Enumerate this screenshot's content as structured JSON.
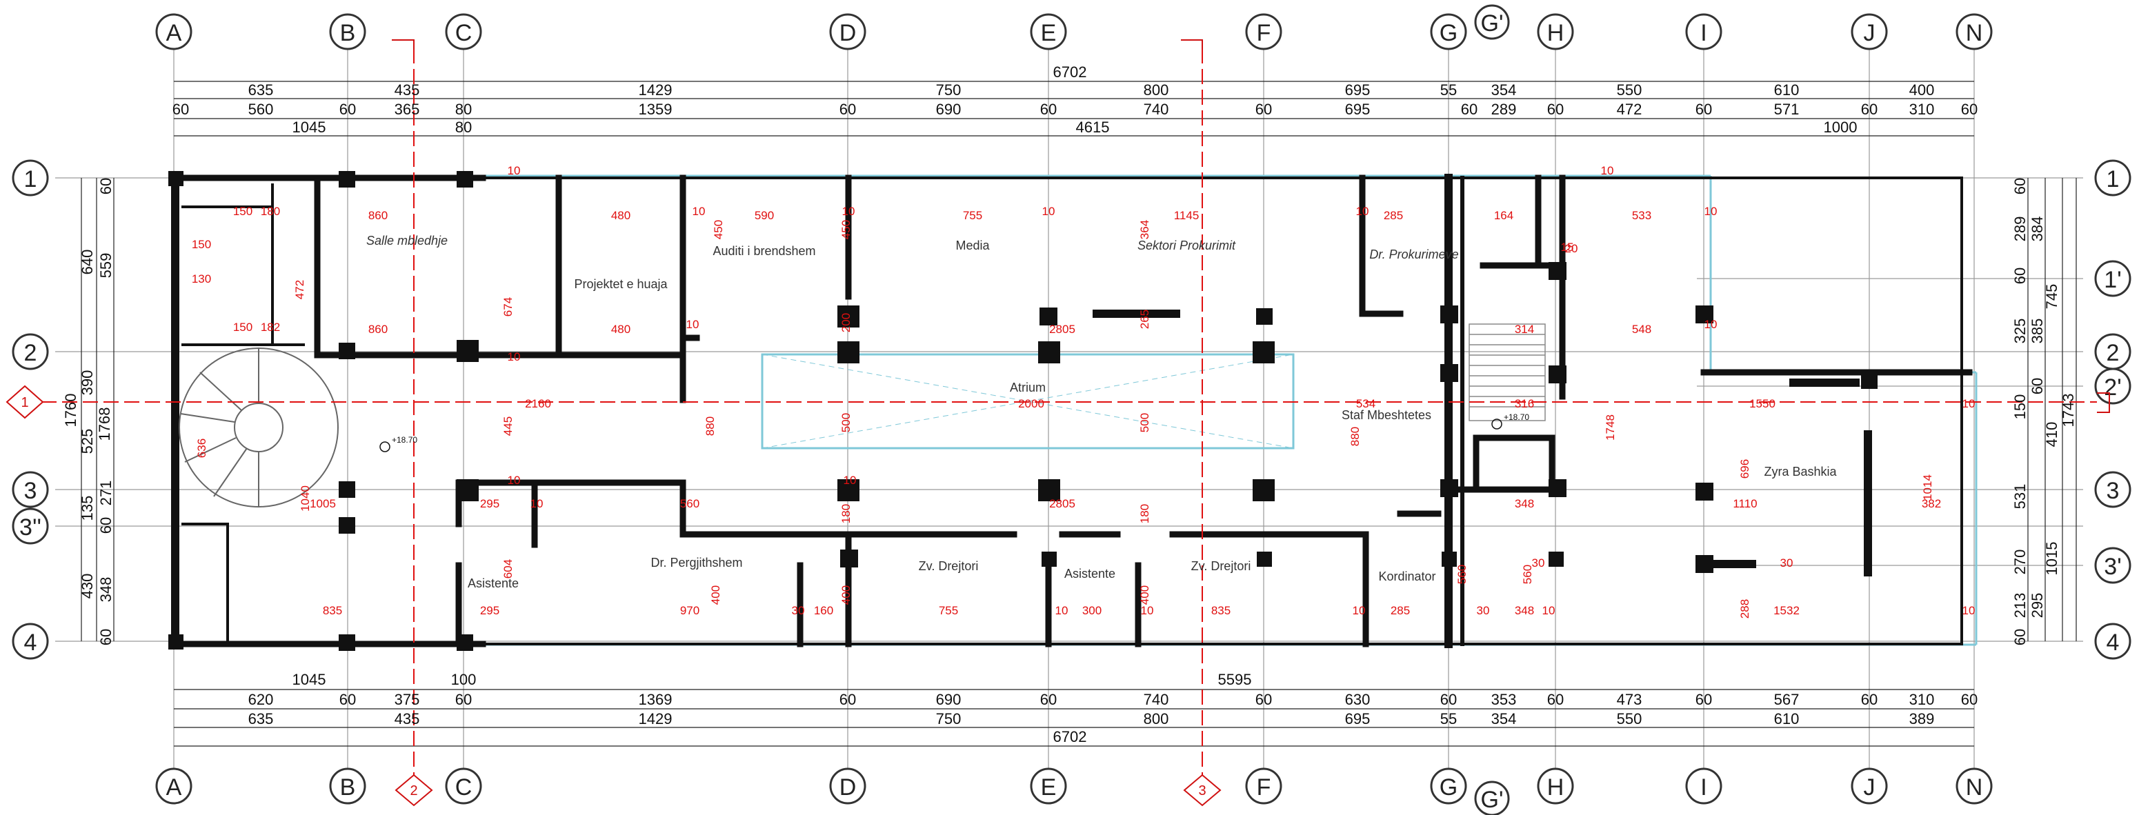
{
  "grid_columns": [
    {
      "label": "A"
    },
    {
      "label": "B"
    },
    {
      "label": "C"
    },
    {
      "label": "D"
    },
    {
      "label": "E"
    },
    {
      "label": "F"
    },
    {
      "label": "G"
    },
    {
      "label": "H"
    },
    {
      "label": "I"
    },
    {
      "label": "J"
    },
    {
      "label": "N"
    }
  ],
  "grid_rows_left": [
    {
      "label": "1"
    },
    {
      "label": "2"
    },
    {
      "label": "3"
    },
    {
      "label": "3''"
    },
    {
      "label": "4"
    }
  ],
  "grid_rows_right": [
    {
      "label": "1"
    },
    {
      "label": "1'"
    },
    {
      "label": "2"
    },
    {
      "label": "2'"
    },
    {
      "label": "3"
    },
    {
      "label": "3'"
    },
    {
      "label": "4"
    }
  ],
  "extra_column_label": "G'",
  "section_marks": [
    {
      "label": "1"
    },
    {
      "label": "2"
    },
    {
      "label": "3"
    }
  ],
  "dims_top": {
    "overall": "6702",
    "line1": [
      "635",
      "435",
      "1429",
      "750",
      "800",
      "695",
      "55",
      "354",
      "550",
      "610",
      "400"
    ],
    "line2": [
      "60",
      "560",
      "60",
      "365",
      "80",
      "1359",
      "60",
      "690",
      "60",
      "740",
      "60",
      "695",
      "60",
      "289",
      "60",
      "472",
      "60",
      "571",
      "60",
      "310",
      "60"
    ],
    "line3": [
      "1045",
      "80",
      "4615",
      "1000"
    ]
  },
  "dims_bottom": {
    "line3": [
      "1045",
      "100",
      "5595"
    ],
    "line2": [
      "620",
      "60",
      "375",
      "60",
      "1369",
      "60",
      "690",
      "60",
      "740",
      "60",
      "630",
      "60",
      "353",
      "60",
      "473",
      "60",
      "567",
      "60",
      "310",
      "60"
    ],
    "line1": [
      "635",
      "435",
      "1429",
      "750",
      "800",
      "695",
      "55",
      "354",
      "550",
      "610",
      "389"
    ],
    "overall": "6702"
  },
  "dims_left": {
    "outer": "1760",
    "mid": [
      "640",
      "390",
      "525",
      "135",
      "430"
    ],
    "mid2": "1768",
    "inner": [
      "60",
      "559",
      "271",
      "60",
      "348",
      "60"
    ]
  },
  "dims_right": {
    "outer": "1743",
    "mid": [
      "745",
      "410",
      "1015"
    ],
    "inner": [
      "60",
      "289",
      "60",
      "325",
      "150",
      "531",
      "270",
      "213",
      "60"
    ],
    "inner2": [
      "384",
      "385",
      "60",
      "295"
    ]
  },
  "rooms": [
    {
      "name": "Salle mbledhje"
    },
    {
      "name": "Projektet e huaja"
    },
    {
      "name": "Auditi i brendshem"
    },
    {
      "name": "Media"
    },
    {
      "name": "Sektori Prokurimit"
    },
    {
      "name": "Dr. Prokurimeve"
    },
    {
      "name": "Atrium"
    },
    {
      "name": "Staf Mbeshtetes"
    },
    {
      "name": "Zyra Bashkia"
    },
    {
      "name": "Asistente"
    },
    {
      "name": "Dr. Pergjithshem"
    },
    {
      "name": "Zv. Drejtori"
    },
    {
      "name": "Asistente"
    },
    {
      "name": "Zv. Drejtori"
    },
    {
      "name": "Kordinator"
    }
  ],
  "elevations": [
    "+18.70",
    "+18.70"
  ],
  "red_dims": [
    "860",
    "480",
    "590",
    "755",
    "1145",
    "285",
    "164",
    "533",
    "860",
    "480",
    "2805",
    "314",
    "548",
    "2160",
    "2000",
    "534",
    "316",
    "1550",
    "1005",
    "295",
    "560",
    "2805",
    "348",
    "1110",
    "382",
    "835",
    "295",
    "970",
    "755",
    "300",
    "835",
    "285",
    "348",
    "1532",
    "674",
    "472",
    "450",
    "450",
    "364",
    "265",
    "200",
    "880",
    "445",
    "880",
    "500",
    "500",
    "1748",
    "696",
    "1014",
    "604",
    "400",
    "180",
    "400",
    "180",
    "400",
    "560",
    "560",
    "288",
    "1040",
    "636",
    "10",
    "10",
    "10",
    "10",
    "10",
    "10",
    "10",
    "10",
    "10",
    "10",
    "10",
    "10",
    "10",
    "10",
    "10",
    "10",
    "10",
    "10",
    "10",
    "150",
    "180",
    "150",
    "182",
    "150",
    "130",
    "160",
    "30",
    "30",
    "15",
    "20",
    "30",
    "30"
  ],
  "colors": {
    "line": "#111111",
    "red": "#e01010",
    "cyan": "#7fc8d8",
    "bubble_stroke": "#333333"
  }
}
